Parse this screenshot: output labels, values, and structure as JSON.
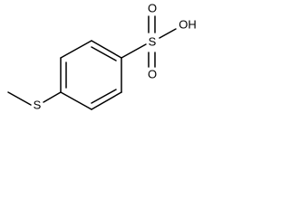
{
  "molecule": {
    "atoms": {
      "sulfur_thioether": "S",
      "sulfur_sulfonyl": "S",
      "oxygen_top": "O",
      "oxygen_bottom": "O",
      "hydroxyl": "OH"
    }
  }
}
